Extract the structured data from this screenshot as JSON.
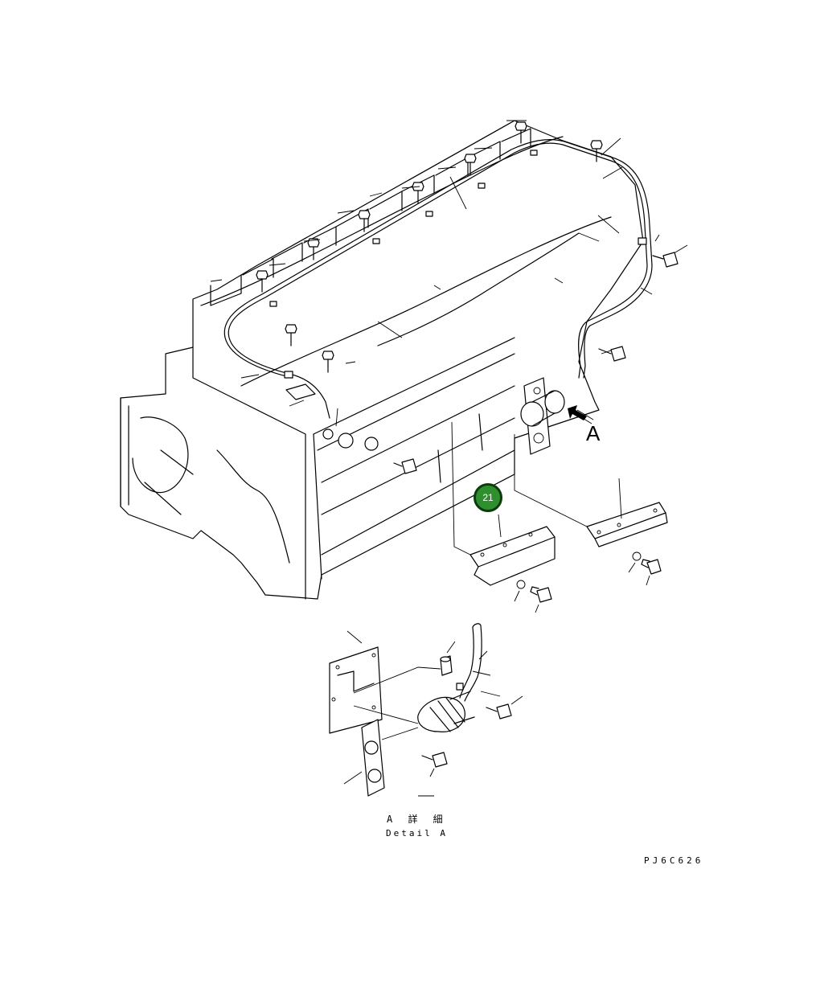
{
  "diagram": {
    "view_letter": "A",
    "detail_label_jp": "A 詳 細",
    "detail_label_en": "Detail A",
    "figure_code": "PJ6C626",
    "callout": {
      "number": "21",
      "color": "#2f8f2f",
      "border_color": "#0b3d0b"
    }
  }
}
